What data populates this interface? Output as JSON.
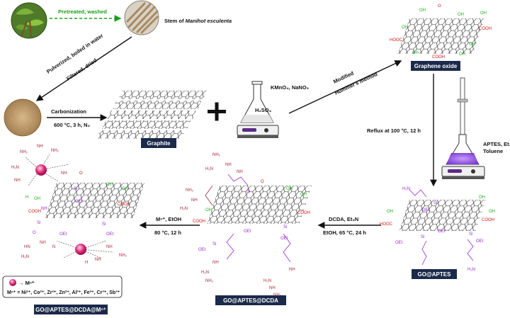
{
  "texts": {
    "pretreated": "Pretreated, washed",
    "stem_prefix": "Stem of ",
    "stem_species": "Manihot esculenta",
    "pulverized": "Pulverized, boiled in water",
    "filtered": "Filtered, dried",
    "carbonization": "Carbonization",
    "carb_conditions": "600 °C, 3 h, N₂",
    "graphite": "Graphite",
    "kmno4": "KMnO₄, NaNO₃",
    "h2so4": "H₂SO₄",
    "modified": "Modified",
    "hummers": "Hummer's method",
    "graphene_oxide": "Graphene oxide",
    "reflux": "Reflux at 100 °C, 12 h",
    "aptes_reagents": "APTES, Et₃N,",
    "toluene": "Toluene",
    "go_aptes": "GO@APTES",
    "dcda": "DCDA, Et₃N",
    "dcda_conditions": "EtOH, 65 °C, 24 h",
    "go_aptes_dcda": "GO@APTES@DCDA",
    "metal_step": "Mⁿ⁺, EtOH",
    "metal_conditions": "80 °C, 12 h",
    "go_aptes_dcda_m": "GO@APTES@DCDA@Mⁿ⁺",
    "legend_sym": "→ Mⁿ⁺",
    "legend_list": "Mⁿ⁺ = Ni²⁺, Co²⁺, Zr²⁺, Zn²⁺, Al³⁺, Fe³⁺, Cr³⁺, Sb³⁺"
  },
  "chem": {
    "oh": "OH",
    "cooh": "COOH",
    "hooc": "HOOC",
    "o": "O",
    "si": "Si",
    "oet": "OEt",
    "nh": "NH",
    "nh2": "NH₂",
    "h2n": "H₂N",
    "hn": "HN",
    "h": "H",
    "n": "N"
  },
  "colors": {
    "hydroxyl": "#18b318",
    "carbonyl": "#d21818",
    "silane": "#9a2bd6",
    "guanidine": "#a52a3c",
    "metal": "#e0307a",
    "label_box": "#1b2a4a"
  }
}
